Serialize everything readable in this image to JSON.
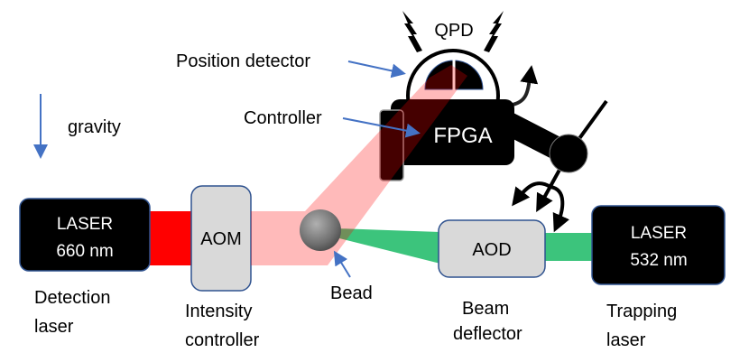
{
  "title": "Optical trap setup diagram",
  "labels": {
    "qpd": "QPD",
    "position_detector": "Position detector",
    "controller": "Controller",
    "fpga": "FPGA",
    "gravity": "gravity",
    "laser_detect_line1": "LASER",
    "laser_detect_line2": "660 nm",
    "aom": "AOM",
    "aod": "AOD",
    "laser_trap_line1": "LASER",
    "laser_trap_line2": "532 nm",
    "detection_line1": "Detection",
    "detection_line2": "laser",
    "intensity_line1": "Intensity",
    "intensity_line2": "controller",
    "bead": "Bead",
    "deflector_line1": "Beam",
    "deflector_line2": "deflector",
    "trapping_line1": "Trapping",
    "trapping_line2": "laser"
  },
  "colors": {
    "detection_beam": "#ff0000",
    "trap_beam": "#3cc47c",
    "annotation_arrow": "#4472c4",
    "box_fill": "#d9d9d9",
    "box_border": "#2f528f"
  }
}
